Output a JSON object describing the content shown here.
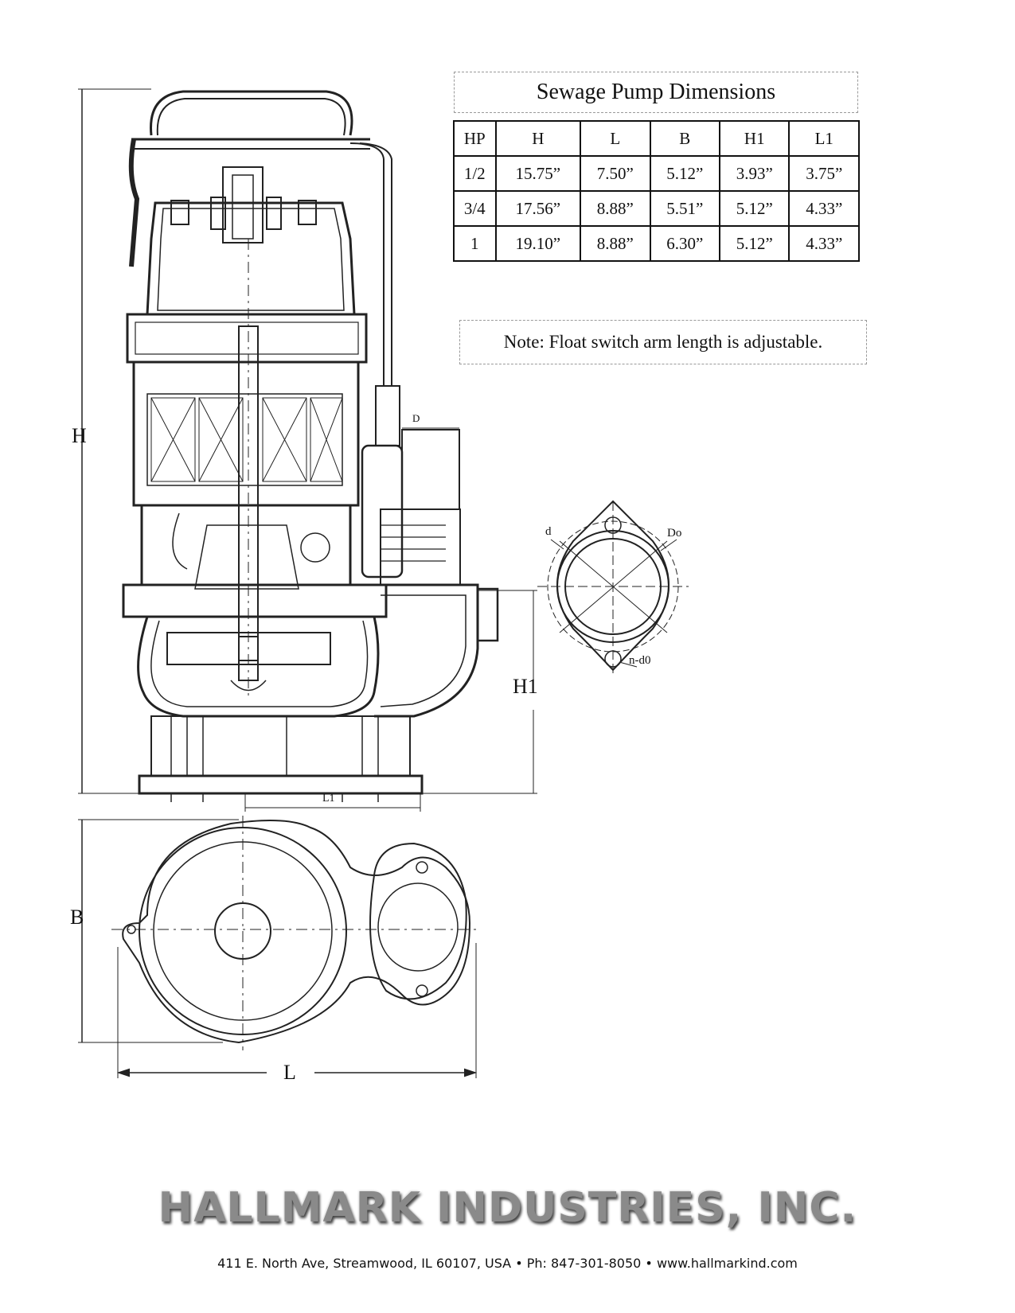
{
  "table": {
    "title": "Sewage Pump Dimensions",
    "headers": [
      "HP",
      "H",
      "L",
      "B",
      "H1",
      "L1"
    ],
    "rows": [
      [
        "1/2",
        "15.75”",
        "7.50”",
        "5.12”",
        "3.93”",
        "3.75”"
      ],
      [
        "3/4",
        "17.56”",
        "8.88”",
        "5.51”",
        "5.12”",
        "4.33”"
      ],
      [
        "1",
        "19.10”",
        "8.88”",
        "6.30”",
        "5.12”",
        "4.33”"
      ]
    ]
  },
  "note": "Note: Float switch arm length is adjustable.",
  "drawing": {
    "dimension_labels": {
      "H": "H",
      "H1": "H1",
      "B": "B",
      "L": "L",
      "L1": "L1",
      "D": "D",
      "d": "d",
      "Do": "Do",
      "n_d0": "n-d0"
    }
  },
  "footer": {
    "company": "HALLMARK INDUSTRIES, INC.",
    "address": "411 E. North Ave, Streamwood, IL 60107, USA • Ph: 847-301-8050 • www.hallmarkind.com"
  }
}
